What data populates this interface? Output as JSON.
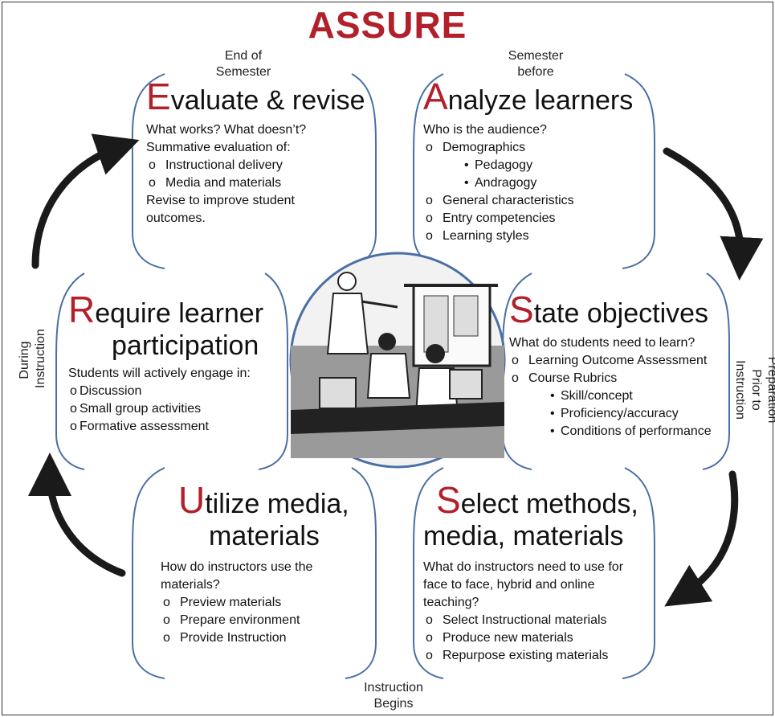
{
  "title": "ASSURE",
  "colors": {
    "accent": "#b2202b",
    "bracket": "#4a6fa5",
    "arrow": "#1a1a1a"
  },
  "timeline": {
    "top_left": "End of Semester",
    "top_right": "Semester before",
    "bottom": "Instruction Begins",
    "left": "During Instruction",
    "right": "Preparation Prior to Instruction"
  },
  "center_image": {
    "icon": "classroom-clipart-icon"
  },
  "steps": {
    "evaluate": {
      "letter": "E",
      "rest": "valuate & revise",
      "intro": [
        "What works?  What doesn’t?",
        "Summative evaluation of:"
      ],
      "items": [
        "Instructional delivery",
        "Media and materials"
      ],
      "outro": "Revise to improve student outcomes."
    },
    "analyze": {
      "letter": "A",
      "rest": "nalyze learners",
      "intro": "Who is the audience?",
      "item1": "Demographics",
      "subitems": [
        "Pedagogy",
        "Andragogy"
      ],
      "items": [
        "General characteristics",
        "Entry competencies",
        "Learning styles"
      ]
    },
    "require": {
      "letter": "R",
      "rest1": "equire learner",
      "rest2": "participation",
      "intro": "Students will actively engage in:",
      "items": [
        "Discussion",
        "Small group activities",
        "Formative assessment"
      ]
    },
    "state": {
      "letter": "S",
      "rest": "tate objectives",
      "intro": "What do students need to learn?",
      "items": [
        "Learning Outcome Assessment",
        "Course Rubrics"
      ],
      "subitems": [
        "Skill/concept",
        "Proficiency/accuracy",
        "Conditions of performance"
      ]
    },
    "utilize": {
      "letter": "U",
      "rest1": "tilize media,",
      "rest2": "materials",
      "intro": "How do instructors use the materials?",
      "items": [
        "Preview materials",
        "Prepare environment",
        "Provide Instruction"
      ]
    },
    "select": {
      "letter": "S",
      "rest1": "elect methods,",
      "rest2": "media, materials",
      "intro": "What do instructors need to use for face to face, hybrid and online teaching?",
      "items": [
        "Select Instructional materials",
        "Produce new materials",
        "Repurpose existing materials"
      ]
    }
  }
}
